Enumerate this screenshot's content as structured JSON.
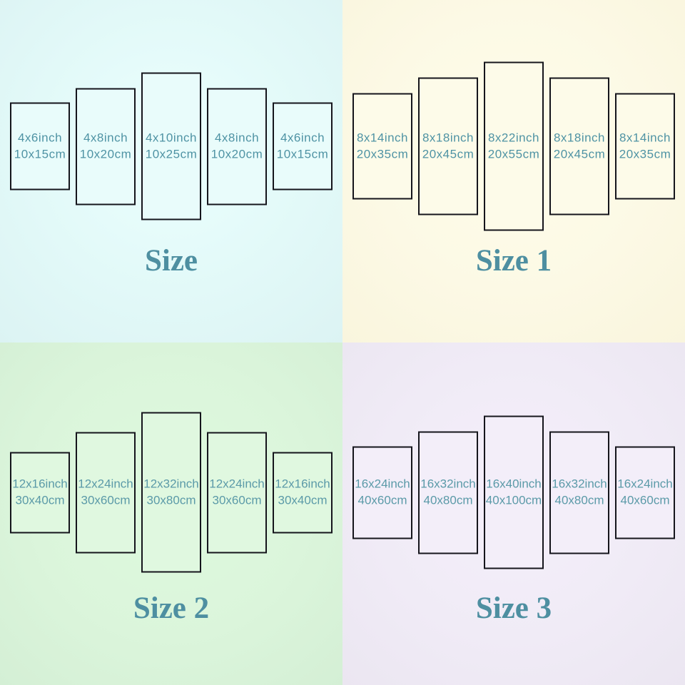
{
  "page": {
    "description_labels": [
      "Size",
      "Size 1",
      "Size 2",
      "Size 3"
    ]
  },
  "colors": {
    "quadrant_bg_cyan": "#e2f9f8",
    "quadrant_bg_cream": "#fcf9e5",
    "quadrant_bg_green": "#dbf5db",
    "quadrant_bg_lavender": "#f0ebf6",
    "panel_border": "#15151c",
    "label_text_teal": "#4f93a4",
    "title_text_teal": "#4e8fa1"
  },
  "quadrants": [
    {
      "title": "Size",
      "bg": "#e2f9f8",
      "panels": [
        {
          "inches": "4x6inch",
          "cm": "10x15cm"
        },
        {
          "inches": "4x8inch",
          "cm": "10x20cm"
        },
        {
          "inches": "4x10inch",
          "cm": "10x25cm"
        },
        {
          "inches": "4x8inch",
          "cm": "10x20cm"
        },
        {
          "inches": "4x6inch",
          "cm": "10x15cm"
        }
      ]
    },
    {
      "title": "Size 1",
      "bg": "#fcf9e5",
      "panels": [
        {
          "inches": "8x14inch",
          "cm": "20x35cm"
        },
        {
          "inches": "8x18inch",
          "cm": "20x45cm"
        },
        {
          "inches": "8x22inch",
          "cm": "20x55cm"
        },
        {
          "inches": "8x18inch",
          "cm": "20x45cm"
        },
        {
          "inches": "8x14inch",
          "cm": "20x35cm"
        }
      ]
    },
    {
      "title": "Size 2",
      "bg": "#dbf5db",
      "panels": [
        {
          "inches": "12x16inch",
          "cm": "30x40cm"
        },
        {
          "inches": "12x24inch",
          "cm": "30x60cm"
        },
        {
          "inches": "12x32inch",
          "cm": "30x80cm"
        },
        {
          "inches": "12x24inch",
          "cm": "30x60cm"
        },
        {
          "inches": "12x16inch",
          "cm": "30x40cm"
        }
      ]
    },
    {
      "title": "Size 3",
      "bg": "#f0ebf6",
      "panels": [
        {
          "inches": "16x24inch",
          "cm": "40x60cm"
        },
        {
          "inches": "16x32inch",
          "cm": "40x80cm"
        },
        {
          "inches": "16x40inch",
          "cm": "40x100cm"
        },
        {
          "inches": "16x32inch",
          "cm": "40x80cm"
        },
        {
          "inches": "16x24inch",
          "cm": "40x60cm"
        }
      ]
    }
  ]
}
